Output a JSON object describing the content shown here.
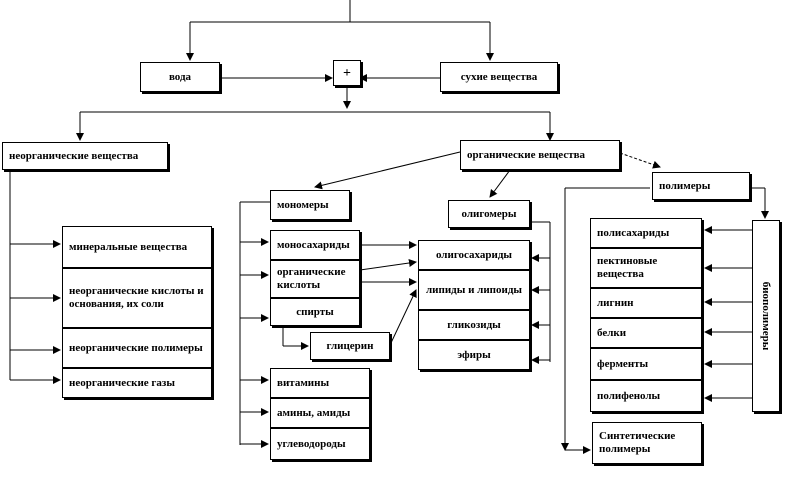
{
  "nodes": {
    "water": "вода",
    "plus": "+",
    "dry": "сухие вещества",
    "inorganic": "неорганические вещества",
    "organic": "органические вещества",
    "mineral": "минеральные вещества",
    "acids": "неорганические кислоты и основания, их соли",
    "inorg_polymers": "неорганические полимеры",
    "gases": "неорганические газы",
    "monomers": "мономеры",
    "monosaccharides": "моносахариды",
    "org_acids": "органические кислоты",
    "alcohols": "спирты",
    "glycerin": "глицерин",
    "vitamins": "витамины",
    "amines": "амины, амиды",
    "hydrocarbons": "углеводороды",
    "oligomers": "олигомеры",
    "oligosaccharides": "олигосахариды",
    "lipids": "липиды и липоиды",
    "glycosides": "гликозиды",
    "esters": "эфиры",
    "polymers": "полимеры",
    "polysaccharides": "полисахариды",
    "pectins": "пектиновые вещества",
    "lignin": "лигнин",
    "proteins": "белки",
    "enzymes": "ферменты",
    "polyphenols": "полифенолы",
    "synthetic": "Синтетические полимеры",
    "biopolymers": "биополимеры"
  }
}
